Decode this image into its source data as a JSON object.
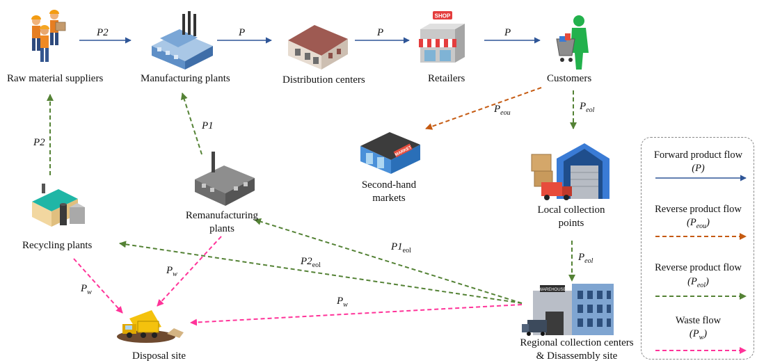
{
  "nodes": {
    "raw_material_suppliers": "Raw material suppliers",
    "manufacturing_plants": "Manufacturing plants",
    "distribution_centers": "Distribution centers",
    "retailers": "Retailers",
    "customers": "Customers",
    "second_hand_markets": [
      "Second-hand",
      "markets"
    ],
    "local_collection_points": [
      "Local collection",
      "points"
    ],
    "remanufacturing_plants": [
      "Remanufacturing",
      "plants"
    ],
    "recycling_plants": "Recycling plants",
    "disposal_site": "Disposal site",
    "regional_collection_centers": [
      "Regional collection centers",
      "& Disassembly site"
    ]
  },
  "flows": {
    "raw_to_mfg": "P2",
    "mfg_to_dist": "P",
    "dist_to_retail": "P",
    "retail_to_cust": "P",
    "cust_to_second_hand": {
      "base": "P",
      "sub": "eou"
    },
    "cust_to_local": {
      "base": "P",
      "sub": "eol"
    },
    "local_to_regional": {
      "base": "P",
      "sub": "eol"
    },
    "regional_to_reman": {
      "base": "P1",
      "sub": "eol"
    },
    "regional_to_recycling": {
      "base": "P2",
      "sub": "eol"
    },
    "regional_to_disposal": {
      "base": "P",
      "sub": "w"
    },
    "recycling_to_raw": "P2",
    "reman_to_mfg": "P1",
    "recycling_to_disposal": {
      "base": "P",
      "sub": "w"
    },
    "reman_to_disposal": {
      "base": "P",
      "sub": "w"
    }
  },
  "legend": {
    "forward": {
      "title": "Forward product flow",
      "symbol": "(P)",
      "color": "#2e5597"
    },
    "reverse_eou": {
      "title": "Reverse product flow",
      "symbol_base": "(P",
      "symbol_sub": "eou",
      "symbol_end": ")",
      "color": "#c55a11"
    },
    "reverse_eol": {
      "title": "Reverse product flow",
      "symbol_base": "(P",
      "symbol_sub": "eol",
      "symbol_end": ")",
      "color": "#548235"
    },
    "waste": {
      "title": "Waste flow",
      "symbol_base": "(P",
      "symbol_sub": "w",
      "symbol_end": ")",
      "color": "#ff3399"
    }
  },
  "colors": {
    "forward": "#2e5597",
    "reverse_eou": "#c55a11",
    "reverse_eol": "#548235",
    "waste": "#ff3399"
  },
  "icons": {
    "raw_material_suppliers": "workers-icon",
    "manufacturing_plants": "factory-icon",
    "distribution_centers": "warehouse-icon",
    "retailers": "shop-icon",
    "customers": "shopping-cart-person-icon",
    "second_hand_markets": "market-icon",
    "local_collection_points": "collection-warehouse-icon",
    "remanufacturing_plants": "remanufacturing-factory-icon",
    "recycling_plants": "recycling-plant-icon",
    "disposal_site": "dump-truck-icon",
    "regional_collection_centers": "regional-warehouse-icon"
  }
}
